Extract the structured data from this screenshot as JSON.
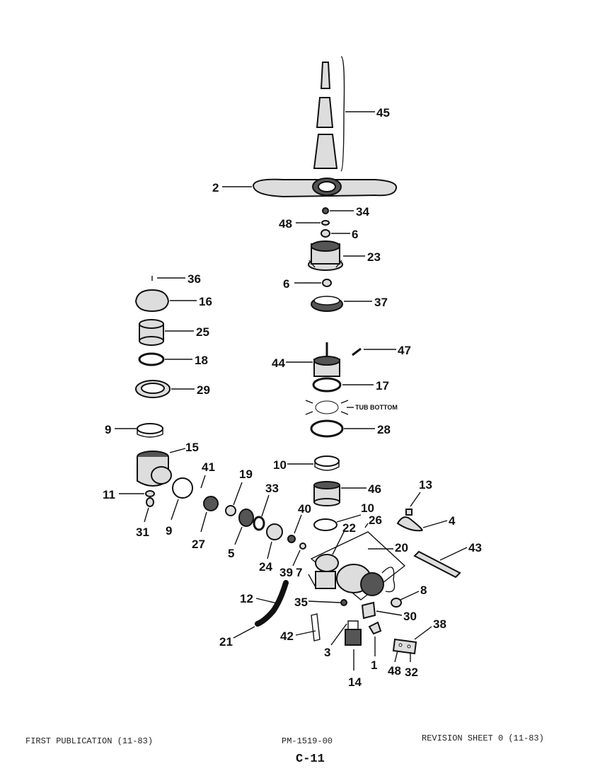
{
  "diagram": {
    "callouts": {
      "p45": "45",
      "p2": "2",
      "p34": "34",
      "p48a": "48",
      "p6a": "6",
      "p23": "23",
      "p6b": "6",
      "p37": "37",
      "p36": "36",
      "p16": "16",
      "p25": "25",
      "p18": "18",
      "p29": "29",
      "p47": "47",
      "p44": "44",
      "p17": "17",
      "p9a": "9",
      "p28": "28",
      "p15": "15",
      "p10a": "10",
      "p41": "41",
      "p19": "19",
      "p33": "33",
      "p46": "46",
      "p13": "13",
      "p11": "11",
      "p40": "40",
      "p10b": "10",
      "p26": "26",
      "p4": "4",
      "p31": "31",
      "p9b": "9",
      "p27": "27",
      "p5": "5",
      "p24": "24",
      "p22": "22",
      "p20": "20",
      "p43": "43",
      "p39": "39",
      "p7": "7",
      "p8": "8",
      "p12": "12",
      "p35": "35",
      "p30": "30",
      "p38": "38",
      "p21": "21",
      "p42": "42",
      "p3": "3",
      "p1": "1",
      "p48b": "48",
      "p32": "32",
      "p14": "14"
    },
    "tub_bottom_label": "TUB BOTTOM"
  },
  "footer": {
    "first_publication": "FIRST PUBLICATION (11-83)",
    "part_number": "PM-1519-00",
    "revision": "REVISION SHEET 0 (11-83)",
    "page": "C-11"
  }
}
